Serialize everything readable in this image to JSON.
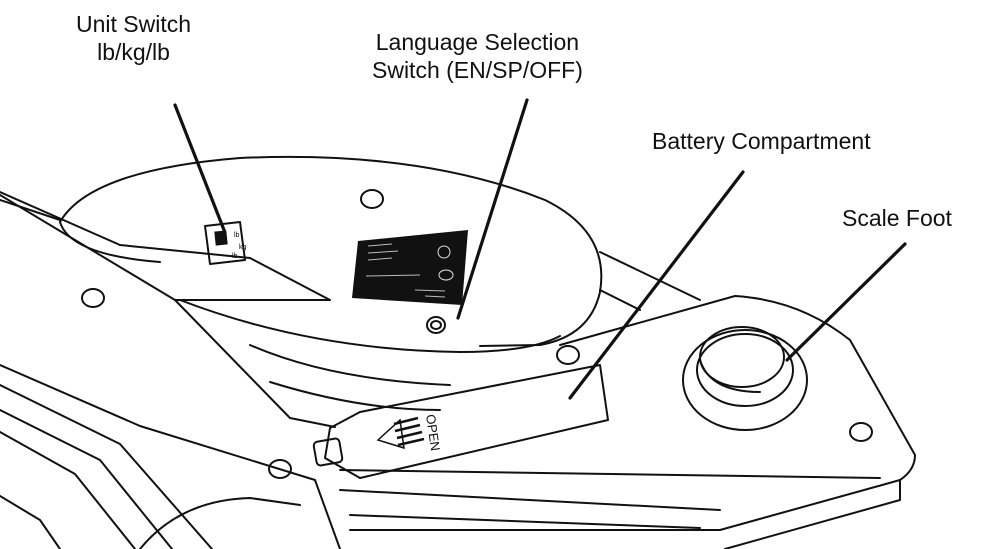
{
  "labels": {
    "unit_switch": {
      "line1": "Unit Switch",
      "line2": "lb/kg/lb"
    },
    "language_switch": {
      "line1": "Language Selection",
      "line2": "Switch (EN/SP/OFF)"
    },
    "battery_compartment": "Battery Compartment",
    "scale_foot": "Scale Foot"
  },
  "switch_markings": {
    "top": "lb",
    "mid": "kg",
    "bottom": "lb"
  },
  "battery_cover_text": "OPEN",
  "colors": {
    "line": "#111111",
    "background": "#ffffff",
    "label_plate": "#111111"
  }
}
